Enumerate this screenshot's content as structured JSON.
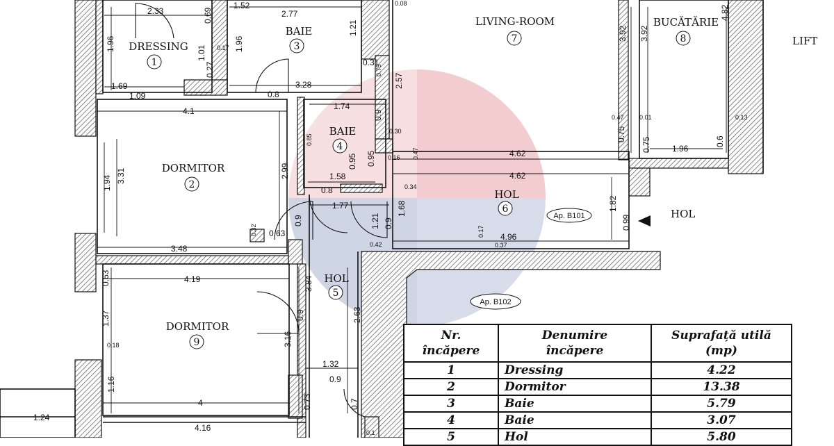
{
  "rooms": [
    {
      "id": "dressing",
      "name": "DRESSING",
      "number": "1"
    },
    {
      "id": "dormitor-2",
      "name": "DORMITOR",
      "number": "2"
    },
    {
      "id": "baie-3",
      "name": "BAIE",
      "number": "3"
    },
    {
      "id": "baie-4",
      "name": "BAIE",
      "number": "4"
    },
    {
      "id": "hol-5",
      "name": "HOL",
      "number": "5"
    },
    {
      "id": "hol-6",
      "name": "HOL",
      "number": "6"
    },
    {
      "id": "living",
      "name": "LIVING-ROOM",
      "number": "7"
    },
    {
      "id": "bucatarie",
      "name": "BUCĂTĂRIE",
      "number": "8"
    },
    {
      "id": "dormitor-9",
      "name": "DORMITOR",
      "number": "9"
    }
  ],
  "labels": {
    "lift": "LIFT",
    "hol_exterior": "HOL",
    "apt_b101": "Ap. B101",
    "apt_b102": "Ap. B102"
  },
  "dimensions": [
    "2.33",
    "0.69",
    "1.96",
    "1.01",
    "0.27",
    "0.17",
    "1.69",
    "1.09",
    "1.52",
    "2.77",
    "1.21",
    "1.96",
    "0.8",
    "3.28",
    "0.08",
    "0.31",
    "0.75",
    "2.57",
    "4.1",
    "3.31",
    "1.94",
    "3.48",
    "2.99",
    "0.32",
    "0.63",
    "1.74",
    "0.9",
    "0.30",
    "0.85",
    "1.58",
    "0.8",
    "0.95",
    "0.95",
    "0.16",
    "0.47",
    "0.34",
    "4.62",
    "4.62",
    "1.77",
    "1.68",
    "1.21",
    "0.9",
    "0.9",
    "0.17",
    "0.37",
    "0.42",
    "4.96",
    "1.82",
    "0.99",
    "3.92",
    "3.92",
    "4.82",
    "0.47",
    "0.01",
    "0.13",
    "0.75",
    "0.75",
    "1.96",
    "0.6",
    "4.19",
    "0.63",
    "1.37",
    "0.18",
    "3.84",
    "0.9",
    "3.16",
    "2.63",
    "1.16",
    "1.32",
    "0.9",
    "4",
    "4.16",
    "0.73",
    "0.7",
    "1.24",
    "0.1"
  ],
  "table": {
    "headers": {
      "nr": [
        "Nr.",
        "încăpere"
      ],
      "name": [
        "Denumire",
        "încăpere"
      ],
      "area": [
        "Suprafață utilă",
        "(mp)"
      ]
    },
    "rows": [
      {
        "nr": "1",
        "name": "Dressing",
        "area": "4.22"
      },
      {
        "nr": "2",
        "name": "Dormitor",
        "area": "13.38"
      },
      {
        "nr": "3",
        "name": "Baie",
        "area": "5.79"
      },
      {
        "nr": "4",
        "name": "Baie",
        "area": "3.07"
      },
      {
        "nr": "5",
        "name": "Hol",
        "area": "5.80"
      }
    ]
  },
  "colors": {
    "wall_hatch": "#555555",
    "line": "#111111",
    "watermark_red": "#e8a3a8",
    "watermark_blue": "#a7b3cf"
  }
}
